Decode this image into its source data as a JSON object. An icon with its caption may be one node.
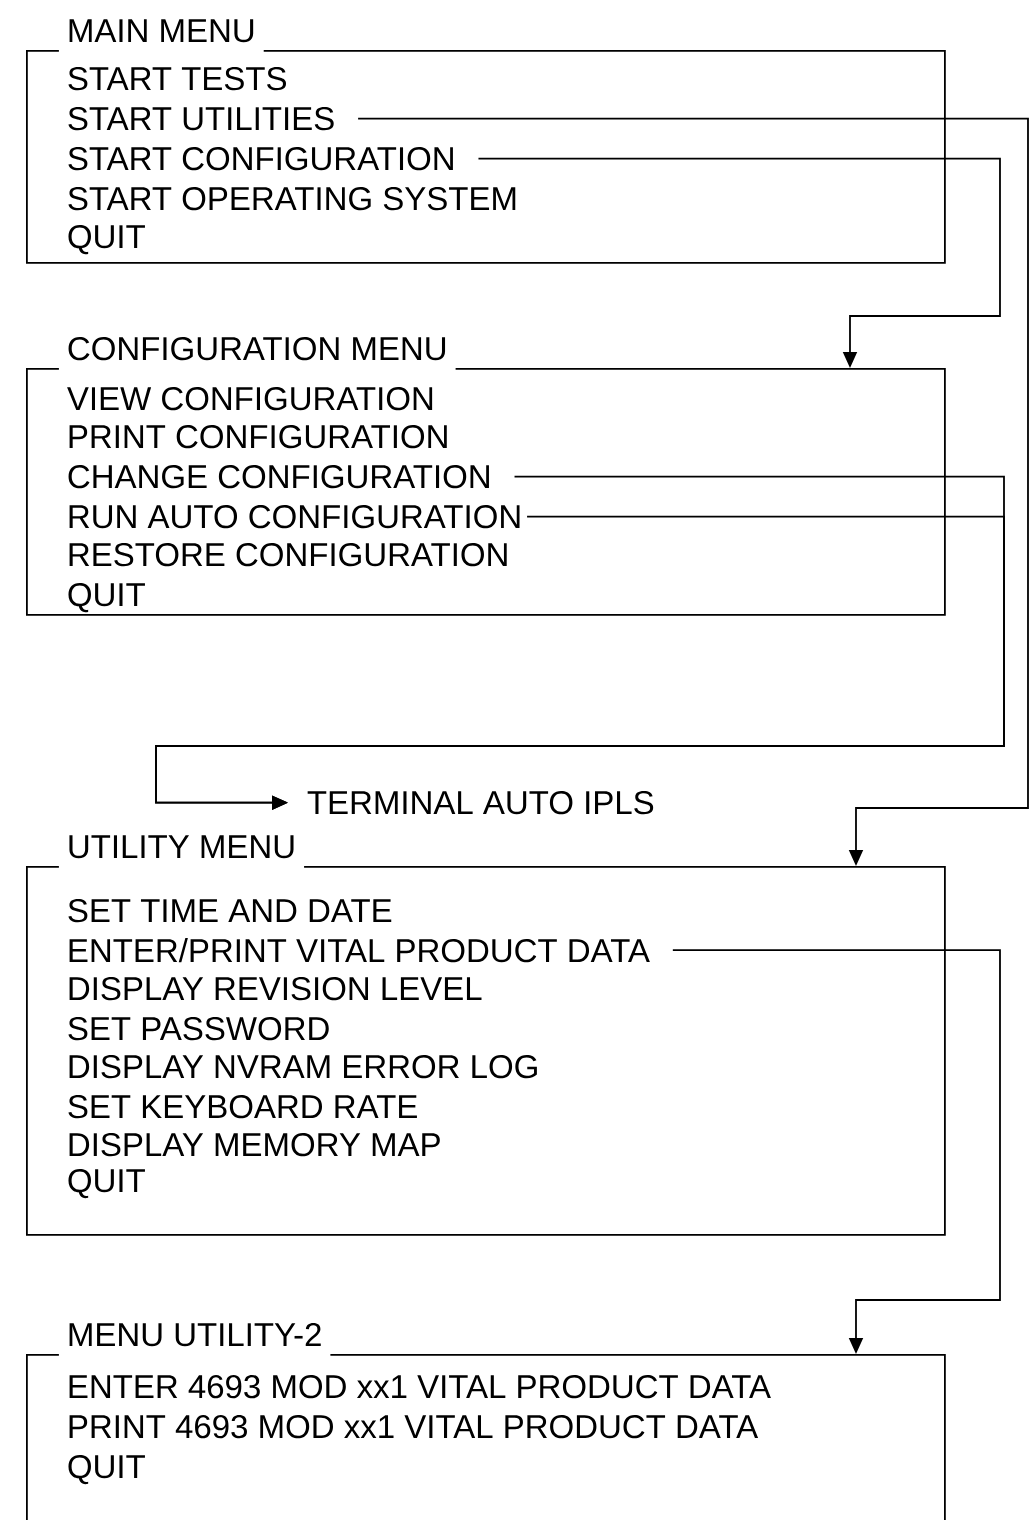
{
  "diagram": {
    "nodes": [
      {
        "text": [
          "MAIN MENU"
        ]
      },
      {
        "text": [
          "START TESTS"
        ],
        "in": 0
      },
      {
        "text": [
          "START UTILITIES"
        ],
        "in": 0
      },
      {
        "text": [
          "START CONFIGURATION"
        ],
        "in": 0
      },
      {
        "text": [
          "START OPERATING SYSTEM"
        ],
        "in": 0
      },
      {
        "text": [
          "QUIT"
        ],
        "in": 0
      },
      {
        "text": [
          "CONFIGURATION MENU"
        ]
      },
      {
        "text": [
          "VIEW CONFIGURATION"
        ],
        "in": 6
      },
      {
        "text": [
          "PRINT CONFIGURATION"
        ],
        "in": 6
      },
      {
        "text": [
          "CHANGE CONFIGURATION"
        ],
        "in": 6
      },
      {
        "text": [
          "RUN AUTO CONFIGURATION"
        ],
        "in": 6
      },
      {
        "text": [
          "RESTORE CONFIGURATION"
        ],
        "in": 6
      },
      {
        "text": [
          "QUIT"
        ],
        "in": 6
      },
      {
        "text": [
          "TERMINAL AUTO IPLS"
        ]
      },
      {
        "text": [
          "UTILITY MENU"
        ]
      },
      {
        "text": [
          "SET TIME AND DATE"
        ],
        "in": 14
      },
      {
        "text": [
          "ENTER/PRINT VITAL PRODUCT DATA"
        ],
        "in": 14
      },
      {
        "text": [
          "DISPLAY REVISION LEVEL"
        ],
        "in": 14
      },
      {
        "text": [
          "SET PASSWORD"
        ],
        "in": 14
      },
      {
        "text": [
          "DISPLAY NVRAM ERROR LOG"
        ],
        "in": 14
      },
      {
        "text": [
          "SET KEYBOARD RATE"
        ],
        "in": 14
      },
      {
        "text": [
          "DISPLAY MEMORY MAP"
        ],
        "in": 14
      },
      {
        "text": [
          "QUIT"
        ],
        "in": 14
      },
      {
        "text": [
          "MENU UTILITY-2"
        ]
      },
      {
        "text": [
          "ENTER 4693 MOD xx1 VITAL PRODUCT DATA"
        ],
        "in": 23
      },
      {
        "text": [
          "PRINT 4693 MOD xx1 VITAL PRODUCT DATA"
        ],
        "in": 23
      },
      {
        "text": [
          "QUIT"
        ],
        "in": 23
      }
    ],
    "edges": [
      {
        "from": 2,
        "to": 14,
        "arrow": "to"
      },
      {
        "from": 3,
        "to": 6,
        "arrow": "to"
      },
      {
        "from": 9,
        "to": 13,
        "arrow": "to"
      },
      {
        "from": 10,
        "to": 13,
        "arrow": "to"
      },
      {
        "from": 16,
        "to": 23,
        "arrow": "to"
      }
    ]
  }
}
